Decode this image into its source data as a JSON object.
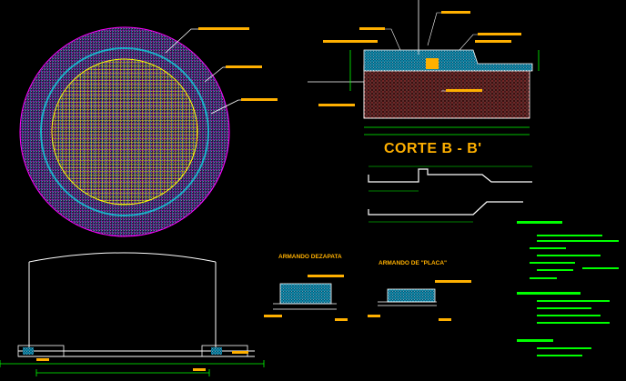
{
  "drawing": {
    "section_title": "CORTE B - B'",
    "detail_zapata_title": "ARMANDO DEZAPATA",
    "detail_placa_title": "ARMANDO DE \"PLACA\""
  },
  "colors": {
    "background": "#000000",
    "outline": "#ffffff",
    "annotation": "#ffb000",
    "dimension": "#00ff00",
    "mesh_yellow": "#ffff00",
    "mesh_magenta": "#ff00ff",
    "mesh_cyan": "#00ffff",
    "water_cyan": "#00d8ff",
    "soil_red": "#ff5050"
  },
  "icons": {
    "plan_view": "circular-tank-plan",
    "section_view": "tank-section",
    "leader_callouts": "leader-line-callouts",
    "dimension_lines": "dimension-lines",
    "legend_table": "notes-table"
  }
}
